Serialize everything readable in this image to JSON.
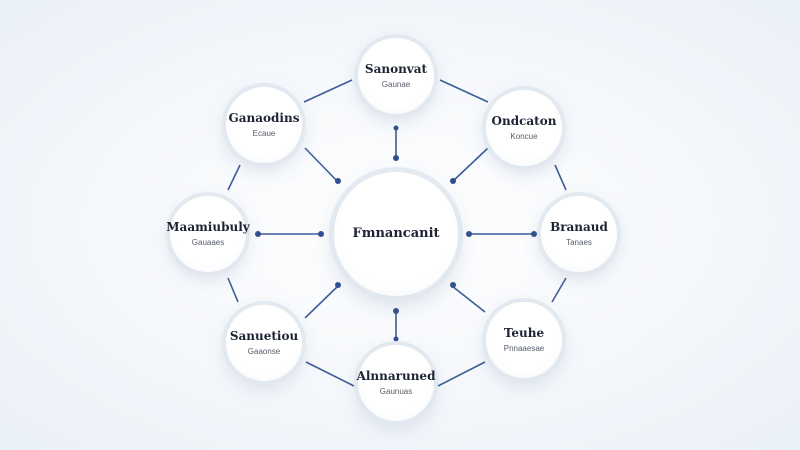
{
  "colors": {
    "connector": "#3d5c99",
    "dot": "#2f4f8f",
    "node_fill": "#ffffff",
    "node_ring": "#e1e8f0",
    "text": "#1c2333"
  },
  "center": {
    "title": "Fmnancanit"
  },
  "nodes": [
    {
      "id": "top",
      "title": "Sanonvat",
      "subtitle": "Gaunae"
    },
    {
      "id": "top-right",
      "title": "Ondcaton",
      "subtitle": "Koncue"
    },
    {
      "id": "right",
      "title": "Branaud",
      "subtitle": "Tanaes"
    },
    {
      "id": "bottom-right",
      "title": "Teuhe",
      "subtitle": "Pnnaaesae"
    },
    {
      "id": "bottom",
      "title": "Alnnaruned",
      "subtitle": "Gaunuas"
    },
    {
      "id": "bottom-left",
      "title": "Sanuetiou",
      "subtitle": "Gaaonse"
    },
    {
      "id": "left",
      "title": "Maamiubuly",
      "subtitle": "Gauaaes"
    },
    {
      "id": "top-left",
      "title": "Ganaodins",
      "subtitle": "Ecaue"
    }
  ]
}
